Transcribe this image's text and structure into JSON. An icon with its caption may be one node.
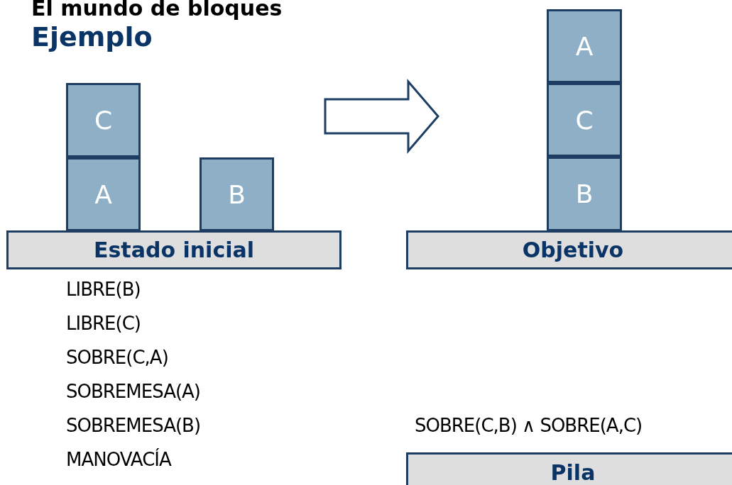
{
  "diagram": {
    "title": "El mundo de bloques",
    "nodes": [
      {
        "text": [
          "Ejemplo"
        ]
      },
      {
        "text": [
          "C"
        ]
      },
      {
        "text": [
          "A"
        ]
      },
      {
        "text": [
          "B"
        ]
      },
      {
        "text": [
          "Estado inicial"
        ]
      },
      {
        "text": [
          "A"
        ]
      },
      {
        "text": [
          "C"
        ]
      },
      {
        "text": [
          "B"
        ]
      },
      {
        "text": [
          "Objetivo"
        ]
      },
      {
        "text": [
          "Pila"
        ]
      }
    ],
    "labels": [
      "LIBRE(B)",
      "LIBRE(C)",
      "SOBRE(C,A)",
      "SOBREMESA(A)",
      "SOBREMESA(B)",
      "MANOVACÍA",
      "SOBRE(C,B) ∧ SOBRE(A,C)"
    ]
  }
}
